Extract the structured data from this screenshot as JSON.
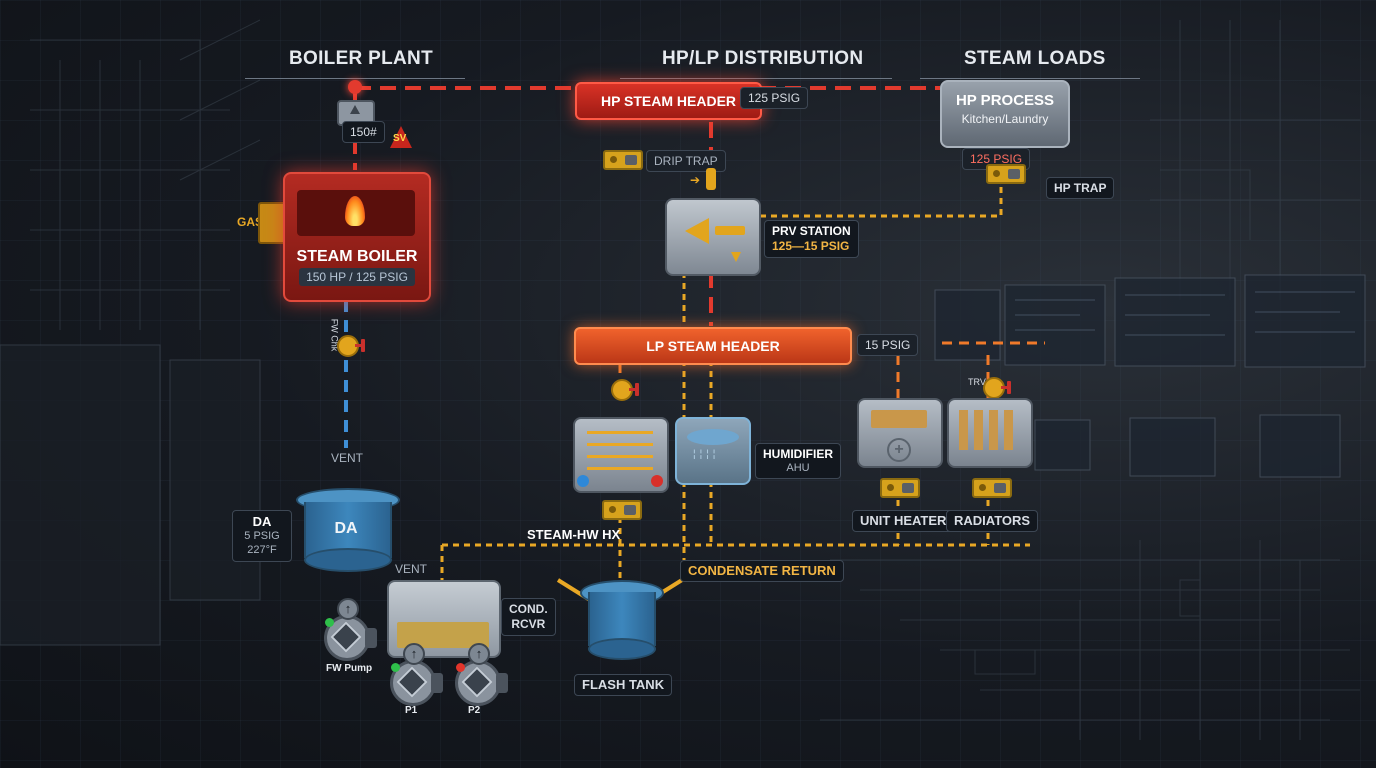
{
  "sections": {
    "boiler_plant": "BOILER PLANT",
    "distribution": "HP/LP DISTRIBUTION",
    "steam_loads": "STEAM LOADS"
  },
  "boiler": {
    "title": "STEAM BOILER",
    "rating": "150 HP / 125 PSIG",
    "pressure_label": "150#",
    "safety_valve": "SV",
    "gas_label": "GAS",
    "feed_valve_label": "FW Chk"
  },
  "hp_header": {
    "label": "HP STEAM HEADER",
    "pressure": "125 PSIG"
  },
  "drip_trap": {
    "label": "DRIP TRAP"
  },
  "prv": {
    "label": "PRV STATION",
    "setting": "125—15 PSIG"
  },
  "hp_process": {
    "title": "HP PROCESS",
    "subtitle": "Kitchen/Laundry",
    "pressure": "125 PSIG",
    "trap_label": "HP TRAP"
  },
  "lp_header": {
    "label": "LP STEAM HEADER",
    "pressure": "15 PSIG"
  },
  "hx": {
    "label": "STEAM-HW HX"
  },
  "humidifier": {
    "title": "HUMIDIFIER",
    "subtitle": "AHU"
  },
  "unit_heater": {
    "label": "UNIT HEATER"
  },
  "radiators": {
    "label": "RADIATORS",
    "valve_label": "TRV"
  },
  "da": {
    "name": "DA",
    "tag_title": "DA",
    "pressure": "5 PSIG",
    "temperature": "227°F",
    "vent": "VENT"
  },
  "fw_pump": {
    "label": "FW Pump"
  },
  "cond_receiver": {
    "label_line1": "COND.",
    "label_line2": "RCVR",
    "vent": "VENT",
    "pump1": "P1",
    "pump2": "P2"
  },
  "flash_tank": {
    "label": "FLASH TANK"
  },
  "condensate_return": {
    "label": "CONDENSATE RETURN"
  },
  "colors": {
    "hp_steam": "#e23a2e",
    "lp_steam": "#f07a2a",
    "condensate": "#e9a825",
    "feedwater": "#3f8fd6",
    "boiler_red": "#b8241d"
  }
}
